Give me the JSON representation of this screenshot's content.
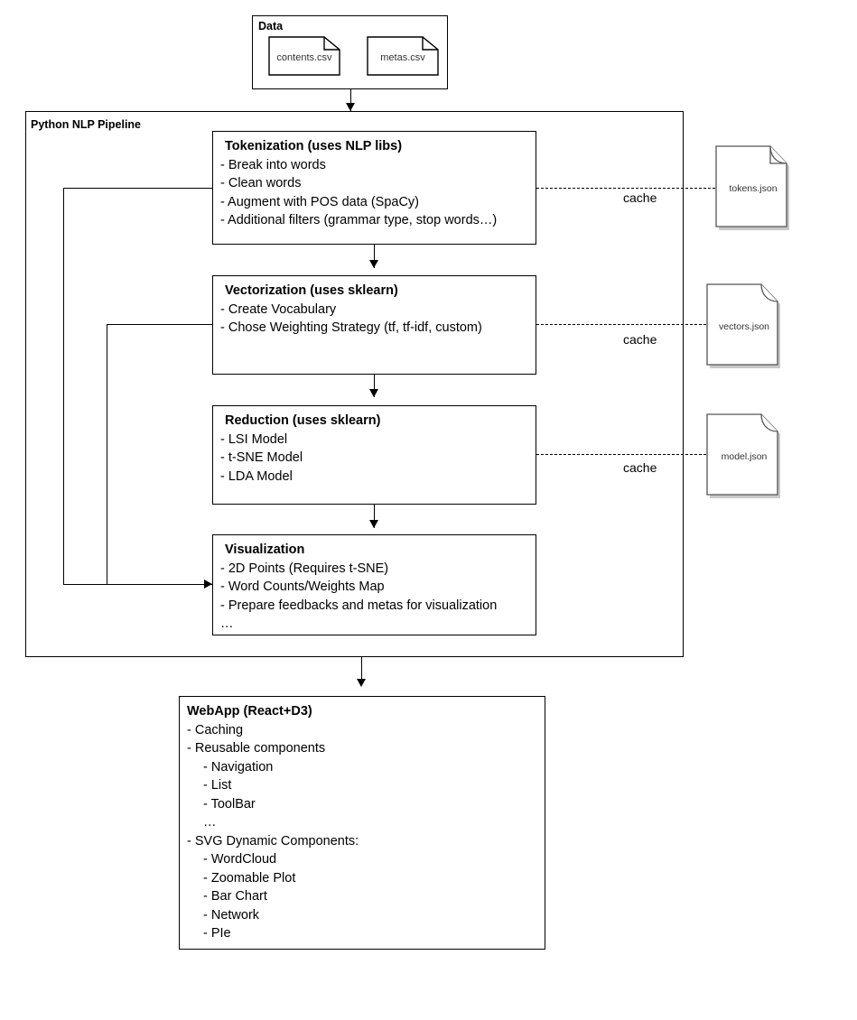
{
  "diagram": {
    "data_group": {
      "label": "Data",
      "files": [
        {
          "name": "contents.csv",
          "icon": "document-icon"
        },
        {
          "name": "metas.csv",
          "icon": "document-icon"
        }
      ]
    },
    "pipeline": {
      "label": "Python NLP Pipeline",
      "stages": [
        {
          "id": "tokenization",
          "title": "Tokenization (uses NLP libs)",
          "items": [
            "- Break into words",
            "- Clean words",
            "- Augment with POS data (SpaCy)",
            "- Additional filters (grammar type, stop words…)"
          ]
        },
        {
          "id": "vectorization",
          "title": "Vectorization (uses sklearn)",
          "items": [
            "- Create Vocabulary",
            "- Chose Weighting Strategy (tf, tf-idf, custom)"
          ]
        },
        {
          "id": "reduction",
          "title": "Reduction (uses sklearn)",
          "items": [
            "- LSI Model",
            "- t-SNE Model",
            "- LDA Model"
          ]
        },
        {
          "id": "visualization",
          "title": "Visualization",
          "items": [
            "- 2D Points (Requires t-SNE)",
            "- Word Counts/Weights Map",
            "- Prepare feedbacks and metas for visualization",
            "…"
          ]
        }
      ]
    },
    "caches": [
      {
        "edge_label": "cache",
        "file": "tokens.json",
        "icon": "document-icon"
      },
      {
        "edge_label": "cache",
        "file": "vectors.json",
        "icon": "document-icon"
      },
      {
        "edge_label": "cache",
        "file": "model.json",
        "icon": "document-icon"
      }
    ],
    "webapp": {
      "title": "WebApp (React+D3)",
      "items": [
        {
          "text": "- Caching",
          "level": 1
        },
        {
          "text": "- Reusable components",
          "level": 1
        },
        {
          "text": "- Navigation",
          "level": 2
        },
        {
          "text": "- List",
          "level": 2
        },
        {
          "text": "- ToolBar",
          "level": 2
        },
        {
          "text": "…",
          "level": 2
        },
        {
          "text": "- SVG Dynamic Components:",
          "level": 1
        },
        {
          "text": "- WordCloud",
          "level": 2
        },
        {
          "text": "- Zoomable Plot",
          "level": 2
        },
        {
          "text": "- Bar Chart",
          "level": 2
        },
        {
          "text": "- Network",
          "level": 2
        },
        {
          "text": "- PIe",
          "level": 2
        }
      ]
    },
    "colors": {
      "stroke": "#000000",
      "background": "#ffffff",
      "doc_text": "#333333",
      "shadow": "#9a9a9a"
    }
  }
}
